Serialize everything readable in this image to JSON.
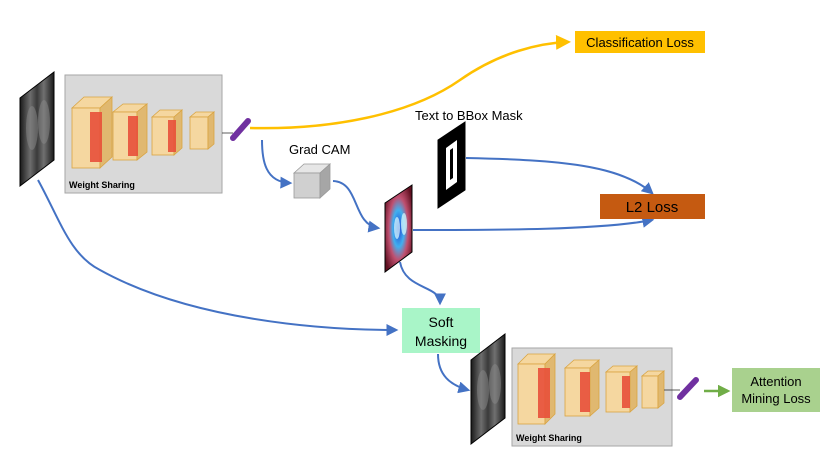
{
  "labels": {
    "classification_loss": "Classification Loss",
    "text_to_bbox_mask": "Text to BBox Mask",
    "grad_cam": "Grad CAM",
    "l2_loss": "L2 Loss",
    "soft_masking_line1": "Soft",
    "soft_masking_line2": "Masking",
    "attention_mining_line1": "Attention",
    "attention_mining_line2": "Mining Loss",
    "weight_sharing_top": "Weight Sharing",
    "weight_sharing_bottom": "Weight Sharing"
  },
  "colors": {
    "classification_box": "#ffc000",
    "classification_arrow": "#ffc000",
    "l2_box": "#c55a11",
    "soft_masking_box": "#a9f5c8",
    "attention_box": "#a9d18e",
    "attention_arrow": "#70ad47",
    "flow_arrow": "#4472c4",
    "panel_fill": "#d9d9d9",
    "layer_orange": "#f5d7a0",
    "layer_red": "#e8503a",
    "feature_purple": "#7030a0"
  }
}
